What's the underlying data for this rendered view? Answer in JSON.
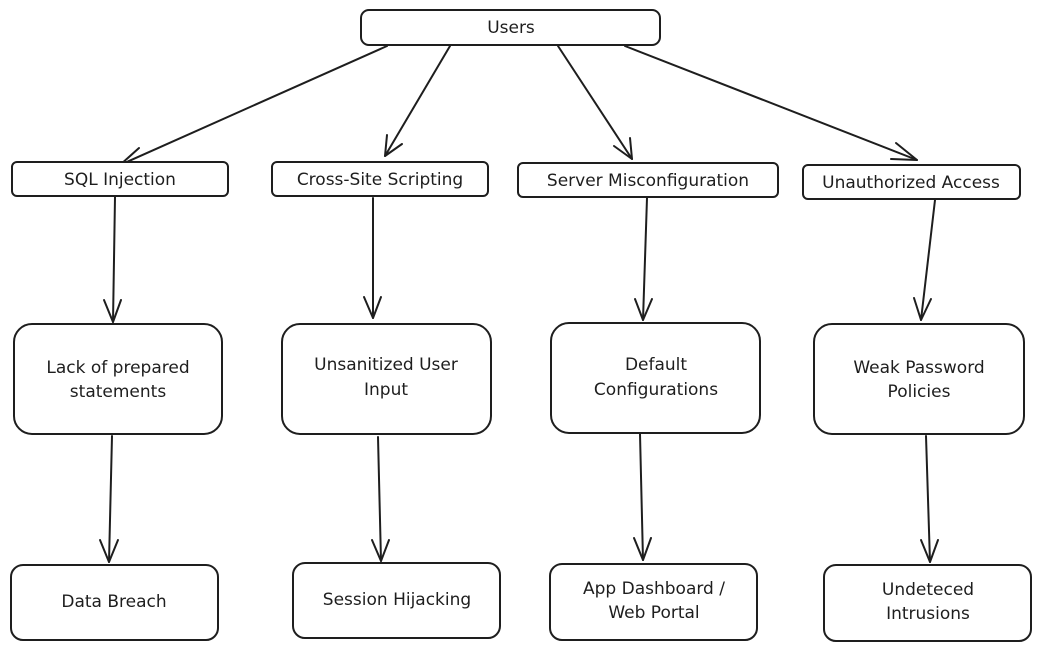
{
  "diagram": {
    "root": {
      "label": "Users"
    },
    "threats": [
      {
        "label": "SQL Injection"
      },
      {
        "label": "Cross-Site Scripting"
      },
      {
        "label": "Server Misconfiguration"
      },
      {
        "label": "Unauthorized Access"
      }
    ],
    "causes": [
      {
        "line1": "Lack of prepared",
        "line2": "statements"
      },
      {
        "line1": "Unsanitized User",
        "line2": "Input"
      },
      {
        "line1": "Default",
        "line2": "Configurations"
      },
      {
        "line1": "Weak Password",
        "line2": "Policies"
      }
    ],
    "impacts": [
      {
        "line1": "Data Breach"
      },
      {
        "line1": "Session Hijacking"
      },
      {
        "line1": "App Dashboard /",
        "line2": "Web Portal"
      },
      {
        "line1": "Undeteced",
        "line2": "Intrusions"
      }
    ]
  },
  "colors": {
    "stroke": "#1e1e1e",
    "background": "#ffffff"
  }
}
